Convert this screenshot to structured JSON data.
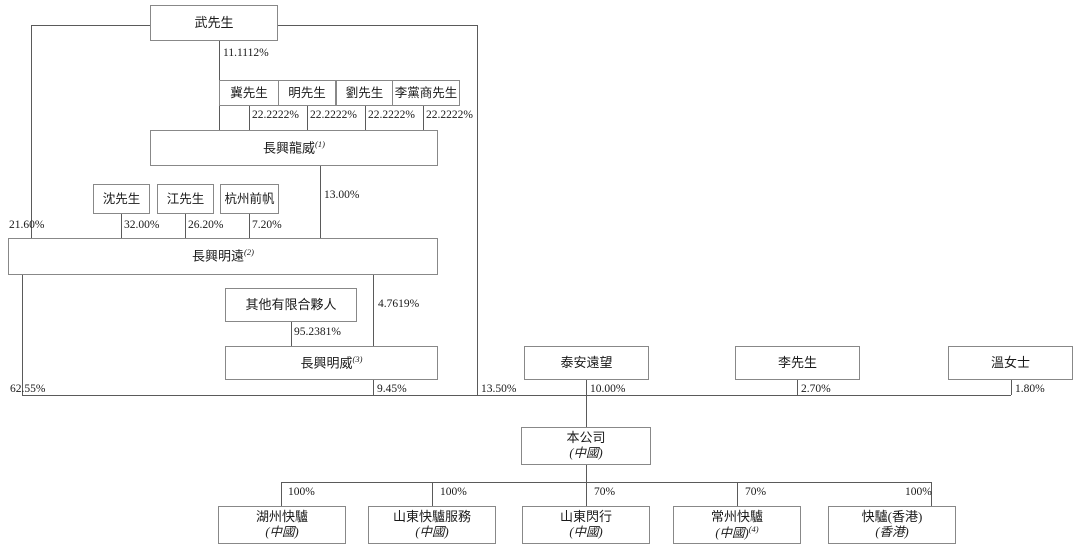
{
  "diagram": {
    "title": "Shareholding structure chart",
    "nodes": {
      "wu": {
        "name": "武先生"
      },
      "ji": {
        "name": "冀先生"
      },
      "ming": {
        "name": "明先生"
      },
      "liu": {
        "name": "劉先生"
      },
      "lidangshang": {
        "name": "李黨商先生"
      },
      "changxing_longwei": {
        "name": "長興龍威",
        "note": "(1)"
      },
      "shen": {
        "name": "沈先生"
      },
      "jiang": {
        "name": "江先生"
      },
      "hangzhou_qianfan": {
        "name": "杭州前帆"
      },
      "changxing_mingyuan": {
        "name": "長興明遠",
        "note": "(2)"
      },
      "other_lp": {
        "name": "其他有限合夥人"
      },
      "changxing_mingwei": {
        "name": "長興明威",
        "note": "(3)"
      },
      "taian_yuanwang": {
        "name": "泰安遠望"
      },
      "li": {
        "name": "李先生"
      },
      "wen": {
        "name": "溫女士"
      },
      "company": {
        "name": "本公司",
        "sub": "(中國)"
      },
      "huzhou_kualv": {
        "name": "湖州快驢",
        "sub": "(中國)"
      },
      "shandong_kualv_fuwu": {
        "name": "山東快驢服務",
        "sub": "(中國)"
      },
      "shandong_shanxing": {
        "name": "山東閃行",
        "sub": "(中國)"
      },
      "changzhou_kualv": {
        "name": "常州快驢",
        "sub": "(中國)",
        "note": "(4)"
      },
      "kualv_hk": {
        "name": "快驢(香港)",
        "sub": "(香港)"
      }
    },
    "percentages": {
      "wu_to_longwei": "11.1112%",
      "ji_to_longwei": "22.2222%",
      "ming_to_longwei": "22.2222%",
      "liu_to_longwei": "22.2222%",
      "lidangshang_to_longwei": "22.2222%",
      "longwei_to_mingyuan": "13.00%",
      "wu_to_mingyuan": "21.60%",
      "shen_to_mingyuan": "32.00%",
      "jiang_to_mingyuan": "26.20%",
      "qianfan_to_mingyuan": "7.20%",
      "mingyuan_to_mingwei": "4.7619%",
      "otherlp_to_mingwei": "95.2381%",
      "mingyuan_to_company": "62.55%",
      "mingwei_to_company": "9.45%",
      "wu_to_company": "13.50%",
      "taian_to_company": "10.00%",
      "li_to_company": "2.70%",
      "wen_to_company": "1.80%",
      "company_to_huzhou": "100%",
      "company_to_shandong_fuwu": "100%",
      "company_to_shanxing": "70%",
      "company_to_changzhou": "70%",
      "company_to_hk": "100%"
    },
    "colors": {
      "line": "#5a5a5a",
      "border": "#888888",
      "background": "#ffffff",
      "text": "#1a1a1a"
    }
  }
}
